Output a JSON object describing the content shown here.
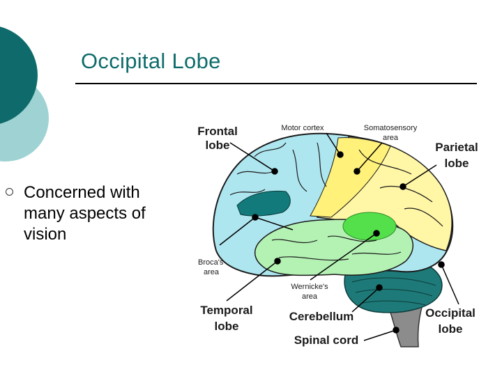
{
  "slide": {
    "title": "Occipital Lobe",
    "bullets": [
      "Concerned with many aspects of vision"
    ]
  },
  "colors": {
    "accent_dark": "#0f6b6b",
    "accent_light": "#9fd3d3",
    "frontal": "#aee6f0",
    "parietal": "#fff6a6",
    "motor": "#fff17a",
    "temporal": "#b4f2b4",
    "wernicke": "#54e04a",
    "broca": "#127a7a",
    "cerebellum": "#1e7a78",
    "brainstem": "#8c8c8c"
  },
  "diagram": {
    "labels": {
      "frontal": [
        "Frontal",
        "lobe"
      ],
      "motor": "Motor cortex",
      "somato": [
        "Somatosensory",
        "area"
      ],
      "parietal": [
        "Parietal",
        "lobe"
      ],
      "broca": [
        "Broca's",
        "area"
      ],
      "wernicke": [
        "Wernicke's",
        "area"
      ],
      "temporal": [
        "Temporal",
        "lobe"
      ],
      "cerebellum": "Cerebellum",
      "occipital": [
        "Occipital",
        "lobe"
      ],
      "spinal": "Spinal cord"
    }
  }
}
